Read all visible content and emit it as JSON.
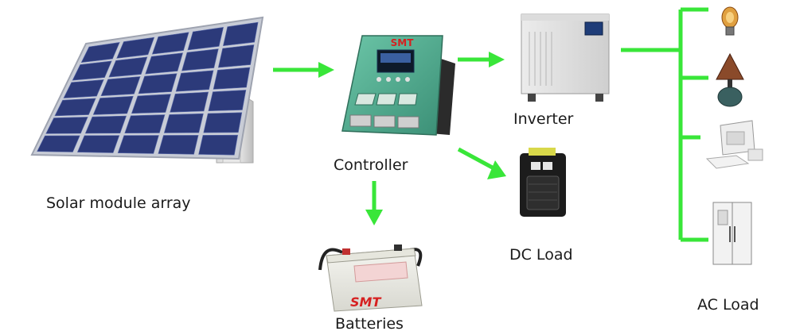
{
  "labels": {
    "solar": "Solar module array",
    "controller": "Controller",
    "inverter": "Inverter",
    "dc_load": "DC Load",
    "batteries": "Batteries",
    "ac_load": "AC Load"
  },
  "brand": {
    "logo_text": "SMT"
  },
  "colors": {
    "arrow": "#39e639",
    "panel_cell": "#2c3a7a",
    "controller_body": "#4fae93",
    "brand_red": "#d62020"
  }
}
